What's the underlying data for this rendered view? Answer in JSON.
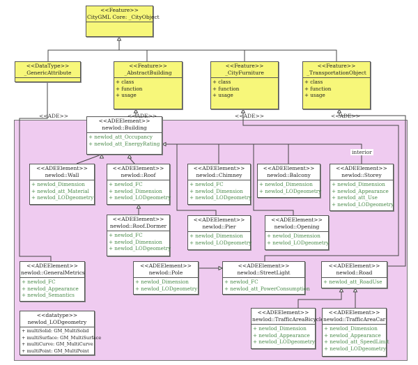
{
  "classes": {
    "cityobject": {
      "stereotype": "<<Feature>>",
      "name": "CityGML Core: _CityObject",
      "attributes": []
    },
    "genericattribute": {
      "stereotype": "<<DataType>>",
      "name": "_GenericAttribute",
      "attributes": []
    },
    "abstractbuilding": {
      "stereotype": "<<Feature>>",
      "name": "_AbstractBuilding",
      "attributes": [
        "+ class",
        "+ function",
        "+ usage"
      ]
    },
    "cityfurniture": {
      "stereotype": "<<Feature>>",
      "name": "_CityFurniture",
      "attributes": [
        "+ class",
        "+ function",
        "+ usage"
      ]
    },
    "transportationobject": {
      "stereotype": "<<Feature>>",
      "name": "_TransportationObject",
      "attributes": [
        "+ class",
        "+ function",
        "+ usage"
      ]
    },
    "building": {
      "stereotype": "<<ADEElement>>",
      "name": "newlod::Building",
      "attributes": [
        "+ newlod_att_Occupancy",
        "+ newlod_att_EnergyRating"
      ]
    },
    "wall": {
      "stereotype": "<<ADEElement>>",
      "name": "newlod::Wall",
      "attributes": [
        "+ newlod_Dimension",
        "+ newlod_att_Material",
        "+ newlod_LODgeometry"
      ]
    },
    "roof": {
      "stereotype": "<<ADEElement>>",
      "name": "newlod::Roof",
      "attributes": [
        "+ newlod_FC",
        "+ newlod_Dimension",
        "+ newlod_LODgeometry"
      ]
    },
    "chimney": {
      "stereotype": "<<ADEElement>>",
      "name": "newlod::Chimney",
      "attributes": [
        "+ newlod_FC",
        "+ newlod_Dimension",
        "+ newlod_LODgeometry"
      ]
    },
    "balcony": {
      "stereotype": "<<ADEElement>>",
      "name": "newlod::Balcony",
      "attributes": [
        "+ newlod_Dimension",
        "+ newlod_LODgeometry"
      ]
    },
    "storey": {
      "stereotype": "<<ADEElement>>",
      "name": "newlod::Storey",
      "attributes": [
        "+ newlod_Dimension",
        "+ newlod_Appearance",
        "+ newlod_att_Use",
        "+ newlod_LODgeometry"
      ]
    },
    "roofdormer": {
      "stereotype": "<<ADEElement>>",
      "name": "newlod::Roof.Dormer",
      "attributes": [
        "+ newlod_FC",
        "+ newlod_Dimension",
        "+ newlod_LODgeometry"
      ]
    },
    "pier": {
      "stereotype": "<<ADEElement>>",
      "name": "newlod::Pier",
      "attributes": [
        "+ newlod_Dimension",
        "+ newlod_LODgeometry"
      ]
    },
    "opening": {
      "stereotype": "<<ADEElement>>",
      "name": "newlod::Opening",
      "attributes": [
        "+ newlod_Dimension",
        "+ newlod_LODgeometry"
      ]
    },
    "generalmetrics": {
      "stereotype": "<<ADEElement>>",
      "name": "newlod::GeneralMetrics",
      "attributes": [
        "+ newlod_FC",
        "+ newlod_Appearance",
        "+ newlod_Semantics"
      ]
    },
    "pole": {
      "stereotype": "<<ADEElement>>",
      "name": "newlod::Pole",
      "attributes": [
        "+ newlod_Dimension",
        "+ newlod_LODgeometry"
      ]
    },
    "streetlight": {
      "stereotype": "<<ADEElement>>",
      "name": "newlod::StreetLight",
      "attributes": [
        "+ newlod_FC",
        "+ newlod_att_PowerConsumption"
      ]
    },
    "road": {
      "stereotype": "<<ADEElement>>",
      "name": "newlod::Road",
      "attributes": [
        "+ newlod_att_RoadUse"
      ]
    },
    "lodgeometry": {
      "stereotype": "<<datatype>>",
      "name": "newlod_LODgeometry",
      "attributes": [
        "+ multiSolid: GM_MultiSolid",
        "+ multiSurface: GM_MultiSurface",
        "+ multiCurve: GM_MultiCurve",
        "+ multiPoint: GM_MultiPoint"
      ]
    },
    "trafficareabicycle": {
      "stereotype": "<<ADEElement>>",
      "name": "newlod::TrafficAreaBicycle",
      "attributes": [
        "+ newlod_Dimension",
        "+ newlod_Appearance",
        "+ newlod_LODgeometry"
      ]
    },
    "trafficareacar": {
      "stereotype": "<<ADEElement>>",
      "name": "newlod::TrafficAreaCar",
      "attributes": [
        "+ newlod_Dimension",
        "+ newlod_Appearance",
        "+ newlod_att_SpeedLimit",
        "+ newlod_LODgeometry"
      ]
    }
  },
  "labels": {
    "ade": "<<ADE>>",
    "interior": "interior"
  },
  "colors": {
    "core_fill": "#f7f77a",
    "ade_region": "#efcbf0",
    "attribute_text": "#4a8a4a"
  }
}
